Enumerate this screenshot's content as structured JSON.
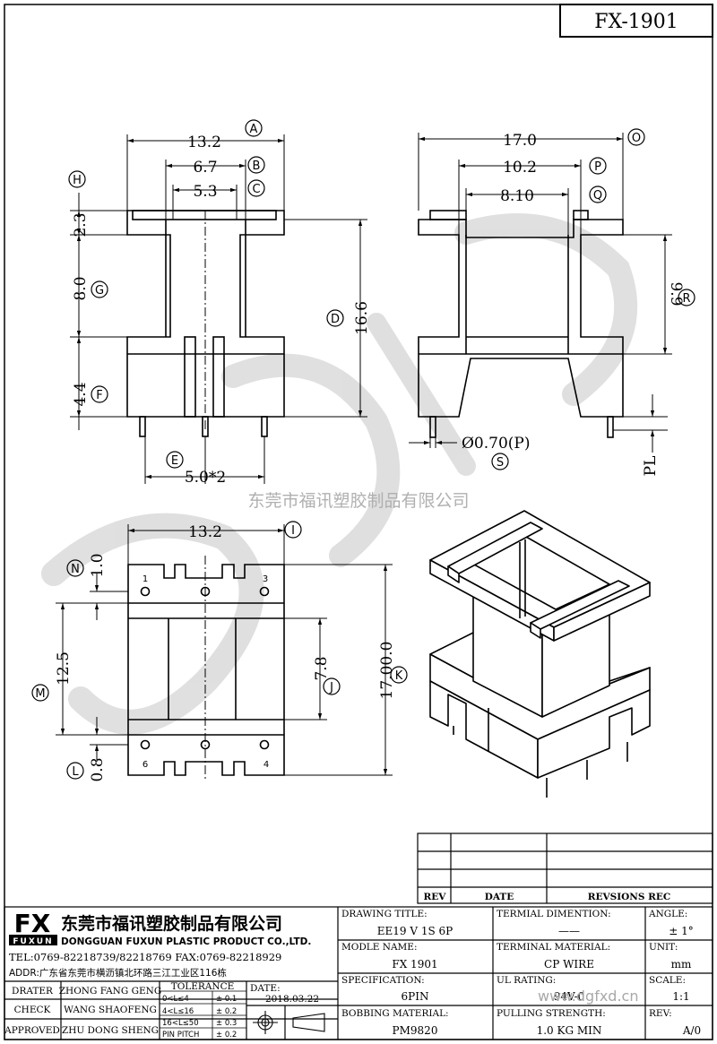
{
  "drawing_no": "FX-1901",
  "dims": {
    "a": "13.2",
    "b": "6.7",
    "c": "5.3",
    "h": "2.3",
    "g": "8.0",
    "f": "4.4",
    "d": "16.6",
    "e": "5.0*2",
    "o": "17.0",
    "p": "10.2",
    "q": "8.10",
    "r": "9.9",
    "pin_d": "Ø0.70(P)",
    "pl": "PL",
    "i": "13.2",
    "n": "1.0",
    "m": "12.5",
    "l": "0.8",
    "j": "7.8",
    "k": "17.00.0"
  },
  "circle_labels": {
    "a": "A",
    "b": "B",
    "c": "C",
    "h": "H",
    "g": "G",
    "f": "F",
    "d": "D",
    "e": "E",
    "o": "O",
    "p": "P",
    "q": "Q",
    "r": "R",
    "s": "S",
    "i": "I",
    "n": "N",
    "m": "M",
    "l": "L",
    "j": "J",
    "k": "K"
  },
  "pins": {
    "p1": "1",
    "p3": "3",
    "p6": "6",
    "p4": "4"
  },
  "watermark": "东莞市福讯塑胶制品有限公司",
  "watermark_url": "www.dgfxd.cn",
  "revision": {
    "rev": "REV",
    "date": "DATE",
    "rec": "REVSIONS REC"
  },
  "company": {
    "logo": "FX",
    "logo_sub": "FUXUN",
    "name_cn": "东莞市福讯塑胶制品有限公司",
    "name_en": "DONGGUAN FUXUN PLASTIC PRODUCT CO.,LTD.",
    "tel": "TEL:0769-82218739/82218769 FAX:0769-82218929",
    "addr": "ADDR:广东省东莞市横沥镇北环路三江工业区116栋"
  },
  "people": {
    "drater_label": "DRATER",
    "drater": "ZHONG FANG GENG",
    "check_label": "CHECK",
    "check": "WANG SHAOFENG",
    "approved_label": "APPROVED",
    "approved": "ZHU DONG SHENG"
  },
  "tolerance": {
    "title": "TOLERANCE",
    "r1a": "0<L≤4",
    "r1b": "± 0.1",
    "r2a": "4<L≤16",
    "r2b": "± 0.2",
    "r3a": "16<L≤50",
    "r3b": "± 0.3",
    "r4a": "PIN PITCH",
    "r4b": "± 0.2"
  },
  "date_label": "DATE:",
  "date": "2018.03.22",
  "fields": {
    "drawing_title_label": "DRAWING TITLE:",
    "drawing_title": "EE19 V 1S 6P",
    "terminal_dim_label": "TERMIAL DIMENTION:",
    "terminal_dim": "——",
    "angle_label": "ANGLE:",
    "angle": "± 1°",
    "model_label": "MODLE NAME:",
    "model": "FX 1901",
    "terminal_mat_label": "TERMINAL MATERIAL:",
    "terminal_mat": "CP WIRE",
    "unit_label": "UNIT:",
    "unit": "mm",
    "spec_label": "SPECIFICATION:",
    "spec": "6PIN",
    "ul_label": "UL RATING:",
    "ul": "94V-0",
    "scale_label": "SCALE:",
    "scale": "1:1",
    "bobbin_label": "BOBBING MATERIAL:",
    "bobbin": "PM9820",
    "pull_label": "PULLING STRENGTH:",
    "pull": "1.0 KG MIN",
    "rev_label": "REV:",
    "rev": "A/0"
  }
}
